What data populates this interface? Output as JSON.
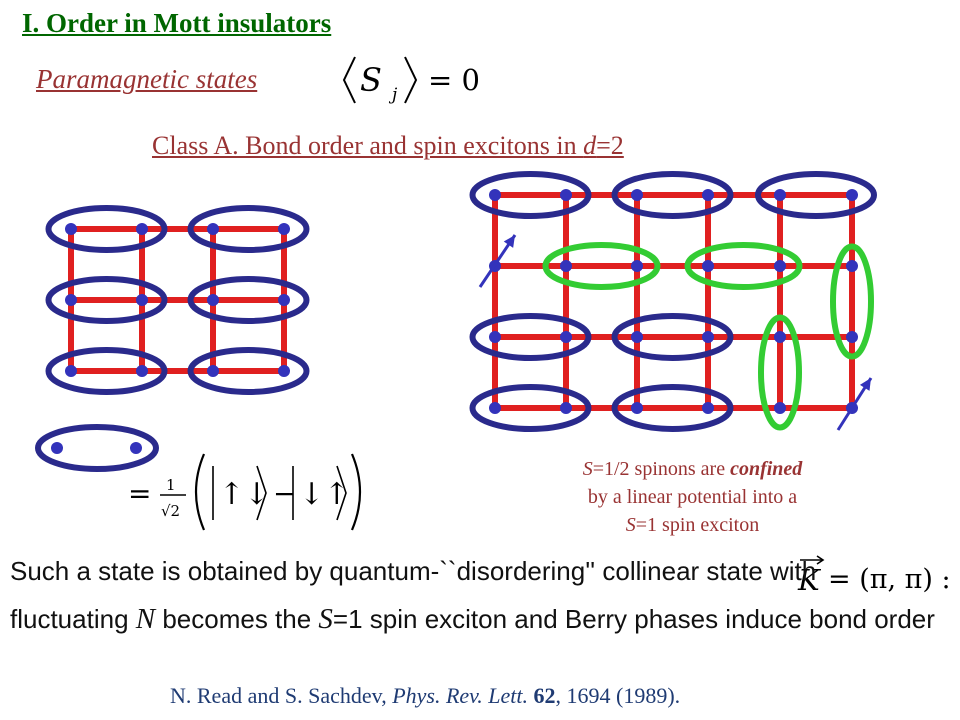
{
  "title": "I. Order in Mott insulators",
  "paramagnetic_label": "Paramagnetic states",
  "formula": {
    "symbol": "S",
    "subscript": "j",
    "rhs": "= 0"
  },
  "class_heading": {
    "prefix": "Class A. Bond order and spin excitons in ",
    "var": "d",
    "suffix": "=2"
  },
  "singlet_formula": {
    "one": "1",
    "root": "√2",
    "equals": "=",
    "up_down": "↑↓",
    "minus": "−",
    "down_up": "↓↑"
  },
  "spinon_caption": {
    "s1": "S",
    "s1_rest": "=1/2 spinons are ",
    "confined": "confined",
    "line2": "by a linear potential into a",
    "s2": "S",
    "s2_rest": "=1 spin exciton"
  },
  "statement": {
    "line1_text": "Such a state is obtained by quantum-``disordering'' collinear state with ",
    "k_symbol": "K",
    "k_value": "= (π, π) :",
    "line2_a": "fluctuating ",
    "line2_n": "N",
    "line2_b": " becomes the ",
    "line2_s": "S",
    "line2_c": "=1 spin exciton and Berry phases induce bond order"
  },
  "citation": {
    "authors": "N. Read and S. Sachdev, ",
    "journal": "Phys. Rev. Lett.",
    "sep": " ",
    "volume": "62",
    "rest": ", 1694 (1989)."
  },
  "colors": {
    "bond": "#e02020",
    "site": "#3333bb",
    "dimer": "#2a2a8c",
    "spinon": "#33cc33",
    "title": "#006600",
    "maroon": "#993333",
    "cite": "#1f3b73"
  }
}
